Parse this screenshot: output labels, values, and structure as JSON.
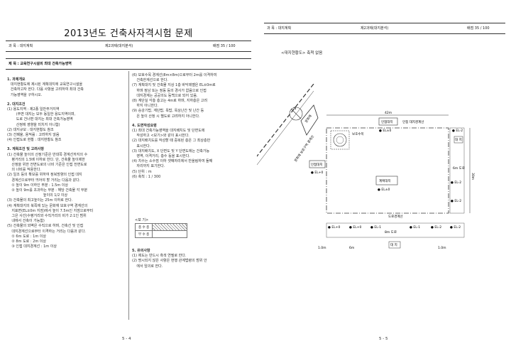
{
  "left": {
    "title": "2013년도 건축사자격시험 문제",
    "header": {
      "subject_label": "과  목 : 대지계획",
      "task": "제2과제(대지분석)",
      "score": "배점 35 / 100"
    },
    "topic": "제  목 : 교육연구시설의 최대 건축가능영역",
    "col1": [
      {
        "type": "sec",
        "text": "1. 과제개요"
      },
      {
        "type": "p",
        "text": "   대지현황도에 제시된 계획대지에 교육연구시설을\n   건축하고자 한다. 다음 사항을 고려하여 최대 건축\n   가능영역을 구하시오."
      },
      {
        "type": "sec",
        "text": "2. 대지조건"
      },
      {
        "type": "p",
        "text": "(1) 용도지역 : 제2종 일반주거지역\n        (주변 대지는 모두 동일한 용도지역이며,\n        도로 건너편 대지는 최대 건축가능영역\n        산정에 영향을 미치지 아니함)"
      },
      {
        "type": "p",
        "text": "(2) 대지규모 : 대지현황도 참조"
      },
      {
        "type": "p",
        "text": "(3) 건폐율, 용적률 : 고려하지 않음"
      },
      {
        "type": "p",
        "text": "(4) 인접도로 현황 : 대지현황도 참조"
      },
      {
        "type": "sec",
        "text": "3. 계획조건 및 고려사항"
      },
      {
        "type": "p",
        "text": "(1) 건축물 높이의 산정기준은 반대쪽 경계선까지의 수\n    평거리의 1.5배 이하로 한다. 단, 건축물 높이제한\n    산정을 위한 전면도로의 너비 기준은 인접 전면도로\n    의 너비를 적용한다."
      },
      {
        "type": "p",
        "text": "(2) 일조 등의 확보를 위하여 정북방향의 인접 대지\n    경계선으로부터 띄어야 할 거리는 다음과 같다.\n    ① 높이 9m 이하인 부분 : 1.5m 이상\n    ② 높이 9m를 초과하는 부분 : 해당 건축물 각 부분\n                                높이의 1/2 이상"
      },
      {
        "type": "p",
        "text": "(3) 건축물의 최고높이는 25m 이하로 한다."
      },
      {
        "type": "p",
        "text": "(4) 계획대지의 북쪽에 있는 문화재 보호구역 경계선의\n    지표면(EL±0m 지점)에서 높이 7.5m인 지점으로부터\n    그은 사선(수평거리와 수직거리의 비가 2:1인 범위\n    내에서 건축이 가능함)"
      },
      {
        "type": "p",
        "text": "(5) 건축물의 외벽은 수직으로 하며, 건축선 및 인접\n    대지경계선으로부터 이격하는 거리는 다음과 같다.\n    ① 6m 도로 : 1m 이상\n    ② 8m 도로 : 2m 이상\n    ③ 인접 대지경계선 : 1m 이상"
      }
    ],
    "col2": [
      {
        "type": "p",
        "text": "(6) 보호수목 경계선(8m×8m)으로부터 2m를 이격하여\n    건축한계선으로 한다."
      },
      {
        "type": "p",
        "text": "(7) 계획대지 및 건축물 지상 1층 바닥레벨은 EL±0m로\n    하며 정남 또는 정동 등의 경사가 없음으로 인접\n    대지경계는 공공의도 등백으로 되어 있음."
      },
      {
        "type": "p",
        "text": "(8) 계단실 각층 층고는 4m로 하며, 지하층은 고려\n    하지 아니한다."
      },
      {
        "type": "p",
        "text": "(9) 승강기탑, 계단탑, 옥탑, 옥상난간 및 난간 등\n    은 높이 산정 시 별도로 고려하지 아니한다."
      },
      {
        "type": "sec",
        "text": "4. 도면작성요령"
      },
      {
        "type": "p",
        "text": "(1) 최대 건축가능영역을 대지배치도 및 단면도에\n    작성하고 <보기>와 같이 표시한다."
      },
      {
        "type": "p",
        "text": "(2) 대지배치도를 작성할 때 중복된 층은 그 최상층만\n    표시한다."
      },
      {
        "type": "p",
        "text": "(3) 대지배치도, X 단면도 및 Y 단면도에는 건축가능\n    영역, 이격거리, 층수 등을 표시한다."
      },
      {
        "type": "p",
        "text": "(4) 치수는 소수점 이하 셋째자리에서 반올림하여 둘째\n    자리까지 표기한다."
      },
      {
        "type": "p",
        "text": "(5) 단위 : m"
      },
      {
        "type": "p",
        "text": "(6) 축척 : 1 / 300"
      }
    ],
    "legend": {
      "title": "<보 기>",
      "row1": "층 수 층",
      "row2": "부 수 층"
    },
    "col2b": [
      {
        "type": "sec",
        "text": "5. 유의사항"
      },
      {
        "type": "p",
        "text": "(1) 제도는 반드시 흑색 연필로 한다."
      },
      {
        "type": "p",
        "text": "(2) 명시되지 않은 사항은 현행 관계법령의 범위 안\n    에서 임의로 한다."
      }
    ],
    "footer": "5 - 4"
  },
  "right": {
    "header": {
      "subject_label": "과  목 : 대지계획",
      "task": "제2과제(대지분석)",
      "score": "배점 35 / 100"
    },
    "plan_title": "<대지현황도> 축척 없음",
    "labels": {
      "heritage": "문화재",
      "heritage_zone": "문화재 보호구역 경계선",
      "protected_tree": "보호수목",
      "adjacent_top": "인접대지",
      "neighbor_boundary": "인접 대지경계선",
      "adjacent_left": "인접대지",
      "site": "계획대지",
      "site_el": "● EL±0",
      "road_east": "6m 도로",
      "road_south": "8m 도로",
      "road_south_2": "도로경계선",
      "adjacent_bottom": "대 지",
      "adjacent_right": "대 지",
      "dim_top": "42m",
      "dim_right": "30m",
      "dim_b1": "1.0m",
      "dim_b2": "6m",
      "dim_b3": "1.0m",
      "el_top": "● EL±0",
      "el_top_r": "● EL-2",
      "el_left": "● EL+0",
      "el_right1": "● EL-2",
      "el_right2": "● EL-2",
      "el_b1": "● EL+0",
      "el_b2": "● EL+0",
      "el_b3": "● EL-1",
      "el_b4": "● EL-1",
      "el_b5": "● EL-2",
      "el_b6": "● EL-2",
      "north": "N"
    },
    "footer": "5 - 5"
  }
}
